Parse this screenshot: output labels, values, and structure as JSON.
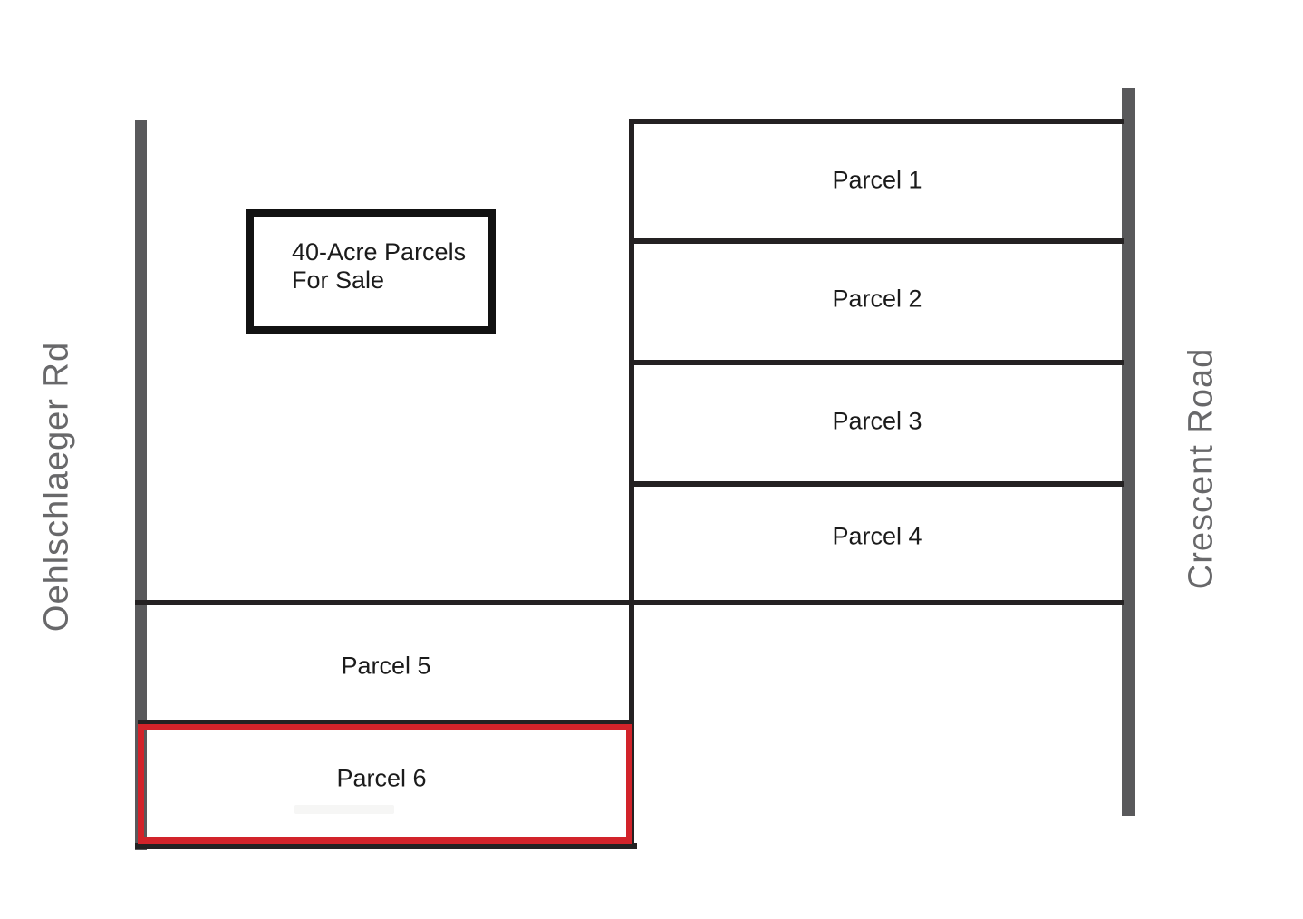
{
  "roads": {
    "left": {
      "name": "Oehlschlaeger Rd"
    },
    "right": {
      "name": "Crescent Road"
    }
  },
  "sign": {
    "line1": "40-Acre Parcels",
    "line2": "For Sale"
  },
  "parcels": [
    {
      "label": "Parcel 1",
      "highlighted": false
    },
    {
      "label": "Parcel 2",
      "highlighted": false
    },
    {
      "label": "Parcel 3",
      "highlighted": false
    },
    {
      "label": "Parcel 4",
      "highlighted": false
    },
    {
      "label": "Parcel 5",
      "highlighted": false
    },
    {
      "label": "Parcel 6",
      "highlighted": true
    }
  ],
  "colors": {
    "road": "#59595b",
    "line": "#242122",
    "highlight": "#d2232a",
    "road-label": "#68686a",
    "text": "#1b1b1b"
  }
}
